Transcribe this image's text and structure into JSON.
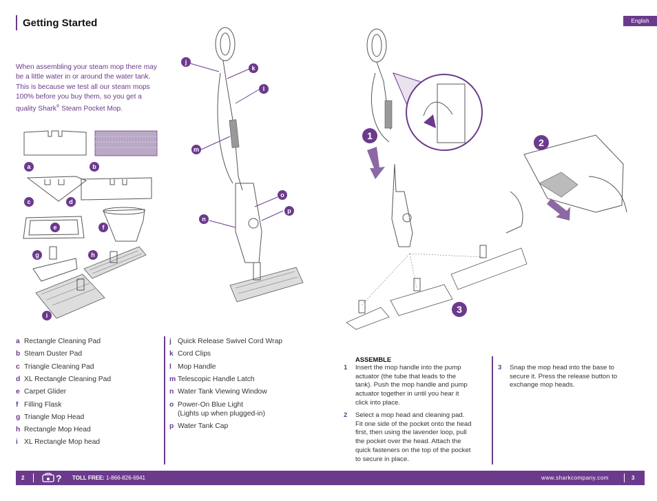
{
  "header": {
    "title": "Getting Started",
    "language": "English"
  },
  "intro": {
    "text": "When assembling your steam mop there may be a little water in or around the water tank. This is because we test all our steam mops 100% before you buy them, so you get a quality Shark",
    "reg": "®",
    "text2": " Steam Pocket Mop."
  },
  "part_labels": [
    "a",
    "b",
    "c",
    "d",
    "e",
    "f",
    "g",
    "h",
    "i",
    "j",
    "k",
    "l",
    "m",
    "n",
    "o",
    "p"
  ],
  "step_labels": [
    "1",
    "2",
    "3"
  ],
  "accessories": [
    {
      "key": "a",
      "label": "Rectangle Cleaning Pad"
    },
    {
      "key": "b",
      "label": "Steam Duster Pad"
    },
    {
      "key": "c",
      "label": "Triangle Cleaning Pad"
    },
    {
      "key": "d",
      "label": "XL Rectangle Cleaning Pad"
    },
    {
      "key": "e",
      "label": "Carpet Glider"
    },
    {
      "key": "f",
      "label": "Filling Flask"
    },
    {
      "key": "g",
      "label": "Triangle Mop Head"
    },
    {
      "key": "h",
      "label": "Rectangle Mop Head"
    },
    {
      "key": "i",
      "label": "XL Rectangle Mop head"
    }
  ],
  "parts": [
    {
      "key": "j",
      "label": "Quick Release Swivel Cord Wrap"
    },
    {
      "key": "k",
      "label": "Cord Clips"
    },
    {
      "key": "l",
      "label": "Mop Handle"
    },
    {
      "key": "m",
      "label": "Telescopic Handle Latch"
    },
    {
      "key": "n",
      "label": "Water Tank Viewing Window"
    },
    {
      "key": "o",
      "label": "Power-On Blue Light"
    },
    {
      "key": "o2",
      "label": "(Lights up when plugged-in)"
    },
    {
      "key": "p",
      "label": "Water Tank Cap"
    }
  ],
  "assemble": {
    "heading": "ASSEMBLE",
    "steps": [
      {
        "num": "1",
        "text": [
          "Insert the mop handle into the pump",
          "actuator (the tube that leads to the",
          "tank). Push the mop handle and pump",
          "actuator together in until you hear it",
          "click into place."
        ]
      },
      {
        "num": "2",
        "text": [
          "Select a mop head and cleaning pad.",
          "Fit one side of the pocket onto the head",
          "first, then using the lavender loop, pull",
          "the pocket over the head. Attach the",
          "quick fasteners on the top of the pocket",
          "to secure in place."
        ]
      },
      {
        "num": "3",
        "text": [
          "Snap the mop head into the base to",
          "secure it. Press the release button to",
          "exchange mop heads."
        ]
      }
    ]
  },
  "footer": {
    "page_left": "2",
    "phone_icon": "phone-question-icon",
    "toll_label": "TOLL FREE:",
    "toll_number": " 1-866-826-6941",
    "website": "www.sharkcompany.com",
    "page_right": "3"
  },
  "colors": {
    "accent": "#6b3a8c"
  }
}
